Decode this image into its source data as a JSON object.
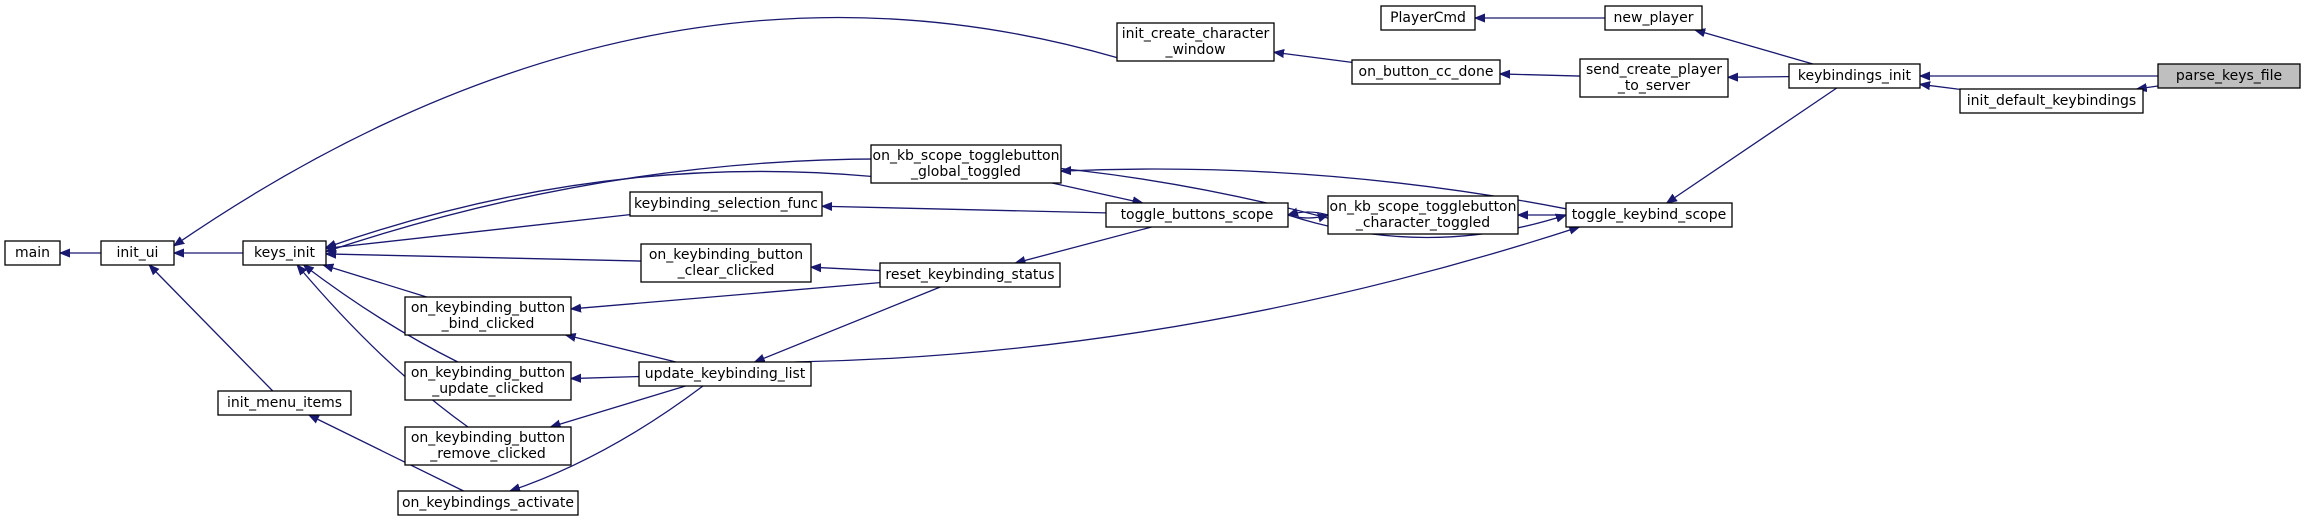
{
  "colors": {
    "edge": "#191970",
    "node_border": "#000000",
    "node_fill": "#ffffff",
    "highlight_fill": "#bfbfbf"
  },
  "nodes": {
    "parse_keys_file": [
      "parse_keys_file"
    ],
    "keybindings_init": [
      "keybindings_init"
    ],
    "init_default_keybindings": [
      "init_default_keybindings"
    ],
    "new_player": [
      "new_player"
    ],
    "send_create_player": [
      "send_create_player",
      "_to_server"
    ],
    "toggle_keybind_scope": [
      "toggle_keybind_scope"
    ],
    "PlayerCmd": [
      "PlayerCmd"
    ],
    "on_button_cc_done": [
      "on_button_cc_done"
    ],
    "init_create_character_window": [
      "init_create_character",
      "_window"
    ],
    "init_ui": [
      "init_ui"
    ],
    "main": [
      "main"
    ],
    "on_kb_scope_togglebutton_character_toggled": [
      "on_kb_scope_togglebutton",
      "_character_toggled"
    ],
    "toggle_buttons_scope": [
      "toggle_buttons_scope"
    ],
    "update_keybinding_list": [
      "update_keybinding_list"
    ],
    "keys_init": [
      "keys_init"
    ],
    "on_kb_scope_togglebutton_global_toggled": [
      "on_kb_scope_togglebutton",
      "_global_toggled"
    ],
    "keybinding_selection_func": [
      "keybinding_selection_func"
    ],
    "reset_keybinding_status": [
      "reset_keybinding_status"
    ],
    "on_keybinding_button_clear_clicked": [
      "on_keybinding_button",
      "_clear_clicked"
    ],
    "on_keybinding_button_bind_clicked": [
      "on_keybinding_button",
      "_bind_clicked"
    ],
    "on_keybinding_button_update_clicked": [
      "on_keybinding_button",
      "_update_clicked"
    ],
    "on_keybinding_button_remove_clicked": [
      "on_keybinding_button",
      "_remove_clicked"
    ],
    "on_keybindings_activate": [
      "on_keybindings_activate"
    ],
    "init_menu_items": [
      "init_menu_items"
    ]
  },
  "highlighted_node": "parse_keys_file",
  "edges": [
    [
      "keybindings_init",
      "parse_keys_file"
    ],
    [
      "init_default_keybindings",
      "parse_keys_file"
    ],
    [
      "keybindings_init",
      "init_default_keybindings"
    ],
    [
      "new_player",
      "keybindings_init"
    ],
    [
      "send_create_player",
      "keybindings_init"
    ],
    [
      "toggle_keybind_scope",
      "keybindings_init"
    ],
    [
      "PlayerCmd",
      "new_player"
    ],
    [
      "on_button_cc_done",
      "send_create_player"
    ],
    [
      "init_create_character_window",
      "on_button_cc_done"
    ],
    [
      "init_ui",
      "init_create_character_window"
    ],
    [
      "main",
      "init_ui"
    ],
    [
      "on_kb_scope_togglebutton_character_toggled",
      "toggle_keybind_scope"
    ],
    [
      "keys_init",
      "on_kb_scope_togglebutton_character_toggled"
    ],
    [
      "toggle_buttons_scope",
      "on_kb_scope_togglebutton_character_toggled"
    ],
    [
      "on_kb_scope_togglebutton_character_toggled",
      "toggle_buttons_scope"
    ],
    [
      "toggle_keybind_scope",
      "toggle_buttons_scope"
    ],
    [
      "on_kb_scope_togglebutton_global_toggled",
      "toggle_keybind_scope"
    ],
    [
      "toggle_keybind_scope",
      "update_keybinding_list"
    ],
    [
      "init_ui",
      "keys_init"
    ],
    [
      "keys_init",
      "on_kb_scope_togglebutton_global_toggled"
    ],
    [
      "toggle_buttons_scope",
      "on_kb_scope_togglebutton_global_toggled"
    ],
    [
      "keybinding_selection_func",
      "toggle_buttons_scope"
    ],
    [
      "reset_keybinding_status",
      "toggle_buttons_scope"
    ],
    [
      "keys_init",
      "keybinding_selection_func"
    ],
    [
      "keys_init",
      "on_keybinding_button_clear_clicked"
    ],
    [
      "on_keybinding_button_clear_clicked",
      "reset_keybinding_status"
    ],
    [
      "on_keybinding_button_bind_clicked",
      "reset_keybinding_status"
    ],
    [
      "update_keybinding_list",
      "reset_keybinding_status"
    ],
    [
      "keys_init",
      "on_keybinding_button_bind_clicked"
    ],
    [
      "keys_init",
      "on_keybinding_button_update_clicked"
    ],
    [
      "keys_init",
      "on_keybinding_button_remove_clicked"
    ],
    [
      "on_keybinding_button_bind_clicked",
      "update_keybinding_list"
    ],
    [
      "on_keybinding_button_update_clicked",
      "update_keybinding_list"
    ],
    [
      "on_keybinding_button_remove_clicked",
      "update_keybinding_list"
    ],
    [
      "on_keybindings_activate",
      "update_keybinding_list"
    ],
    [
      "init_ui",
      "init_menu_items"
    ],
    [
      "init_menu_items",
      "on_keybindings_activate"
    ]
  ]
}
